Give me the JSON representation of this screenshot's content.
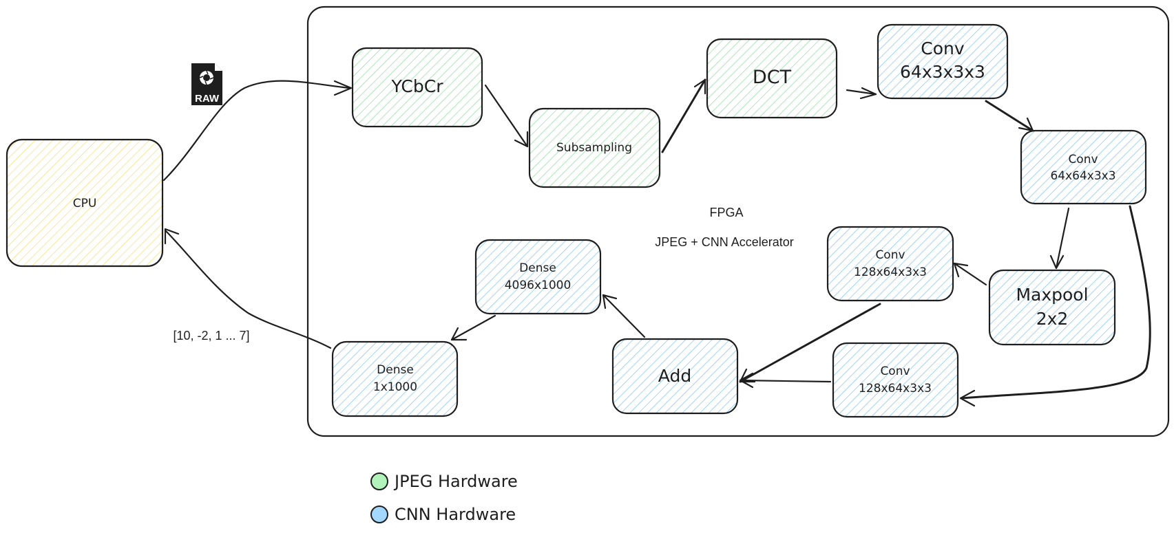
{
  "colors": {
    "jpeg": "#b2f2bb",
    "cnn": "#a5d8ff",
    "cpu": "#ffec99",
    "stroke": "#1e1e1e"
  },
  "cpu": {
    "label": "CPU"
  },
  "raw_icon": {
    "label": "RAW",
    "icon": "raw-image-file-icon"
  },
  "fpga": {
    "title": "FPGA",
    "subtitle": "JPEG + CNN Accelerator"
  },
  "nodes": {
    "ycbcr": {
      "label": "YCbCr",
      "kind": "jpeg"
    },
    "subsampling": {
      "label": "Subsampling",
      "kind": "jpeg"
    },
    "dct": {
      "label": "DCT",
      "kind": "jpeg"
    },
    "conv1": {
      "line1": "Conv",
      "line2": "64x3x3x3",
      "kind": "cnn"
    },
    "conv2": {
      "line1": "Conv",
      "line2": "64x64x3x3",
      "kind": "cnn"
    },
    "maxpool": {
      "line1": "Maxpool",
      "line2": "2x2",
      "kind": "cnn"
    },
    "conv3": {
      "line1": "Conv",
      "line2": "128x64x3x3",
      "kind": "cnn"
    },
    "conv4": {
      "line1": "Conv",
      "line2": "128x64x3x3",
      "kind": "cnn"
    },
    "add": {
      "label": "Add",
      "kind": "cnn"
    },
    "dense1": {
      "line1": "Dense",
      "line2": "4096x1000",
      "kind": "cnn"
    },
    "dense2": {
      "line1": "Dense",
      "line2": "1x1000",
      "kind": "cnn"
    }
  },
  "output_label": "[10, -2, 1 ... 7]",
  "legend": [
    {
      "label": "JPEG Hardware",
      "kind": "jpeg"
    },
    {
      "label": "CNN Hardware",
      "kind": "cnn"
    }
  ]
}
